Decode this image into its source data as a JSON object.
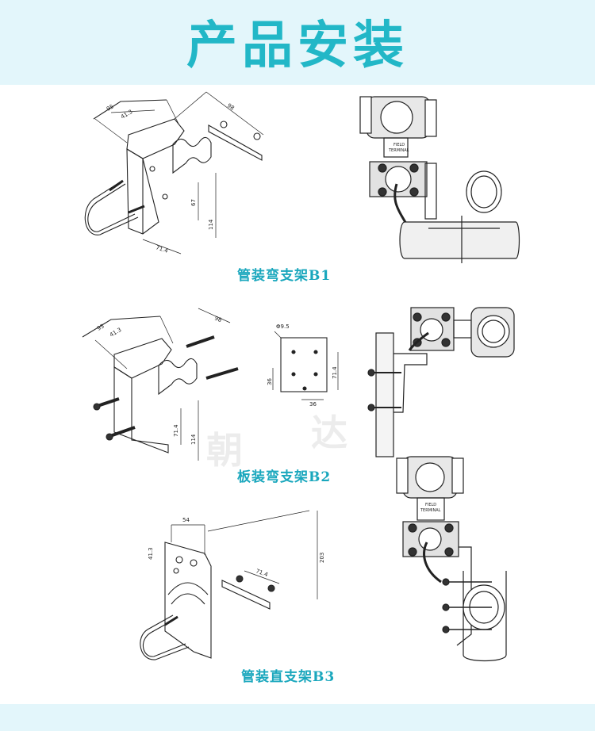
{
  "header": {
    "title": "产品安装"
  },
  "captions": {
    "b1": "管装弯支架B1",
    "b2": "板装弯支架B2",
    "b3": "管装直支架B3"
  },
  "watermark": {
    "char1": "朝",
    "char2": "达"
  },
  "dimensions": {
    "b1": {
      "d95": "95",
      "d41_3": "41.3",
      "d98": "98",
      "d67": "67",
      "d114": "114",
      "d71_4": "71.4"
    },
    "b2": {
      "d95": "95",
      "d41_3": "41.3",
      "d98": "98",
      "d114": "114",
      "d71_4": "71.4"
    },
    "b2_plate": {
      "hole": "Φ9.5",
      "d36a": "36",
      "d71_4": "71.4",
      "d36b": "36"
    },
    "b3": {
      "d54": "54",
      "d41_3": "41.3",
      "d203": "203",
      "d71_4": "71.4"
    }
  },
  "transmitter_label": {
    "line1": "FIELD",
    "line2": "TERMINAL"
  }
}
